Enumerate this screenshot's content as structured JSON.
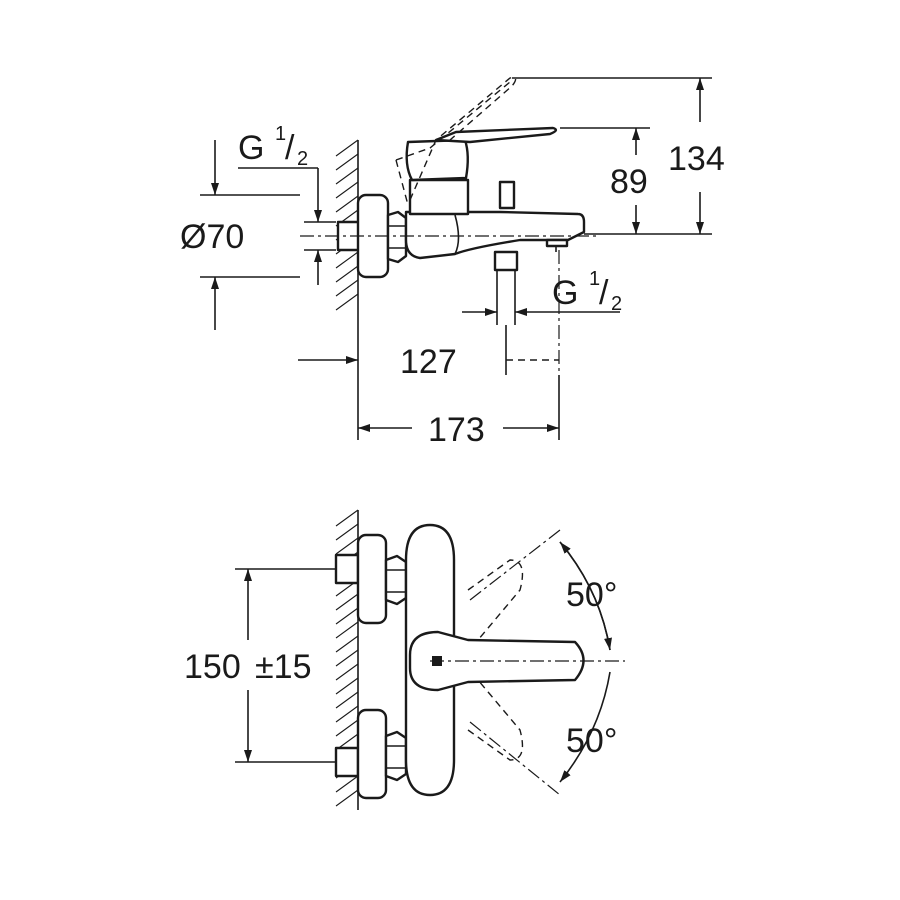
{
  "top_view": {
    "thread_inlet": {
      "prefix": "G ",
      "num": "1",
      "den": "2"
    },
    "rosette_diameter": "Ø70",
    "height_total": "134",
    "height_spout": "89",
    "thread_outlet": {
      "prefix": "G ",
      "num": "1",
      "den": "2"
    },
    "projection_outlet": "127",
    "projection_total": "173"
  },
  "bottom_view": {
    "centre_distance": "150",
    "centre_tolerance": "±15",
    "angle_upper": "50°",
    "angle_lower": "50°"
  }
}
